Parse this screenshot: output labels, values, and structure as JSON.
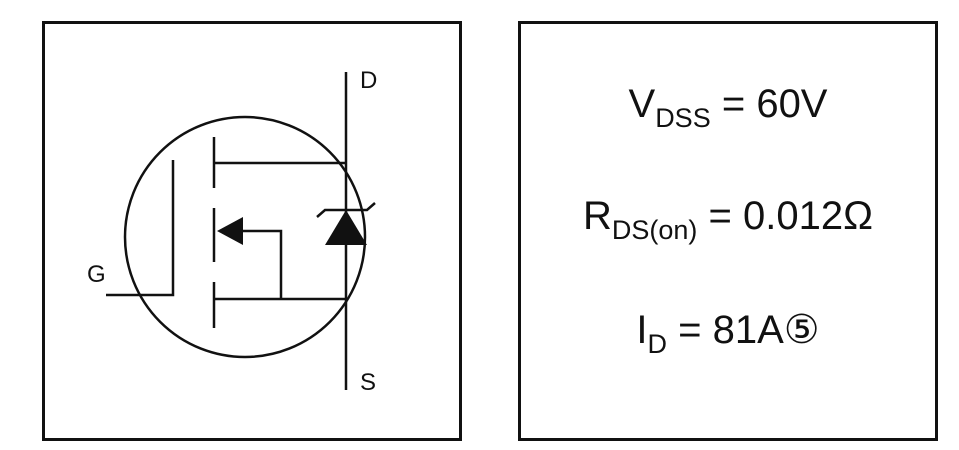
{
  "symbol": {
    "drain_label": "D",
    "source_label": "S",
    "gate_label": "G"
  },
  "specs": [
    {
      "symbol": "V",
      "subscript": "DSS",
      "value": "= 60V"
    },
    {
      "symbol": "R",
      "subscript": "DS(on)",
      "value": "= 0.012Ω"
    },
    {
      "symbol": "I",
      "subscript": "D",
      "value": "= 81A⑤"
    }
  ],
  "colors": {
    "line": "#111111",
    "background": "#ffffff"
  }
}
